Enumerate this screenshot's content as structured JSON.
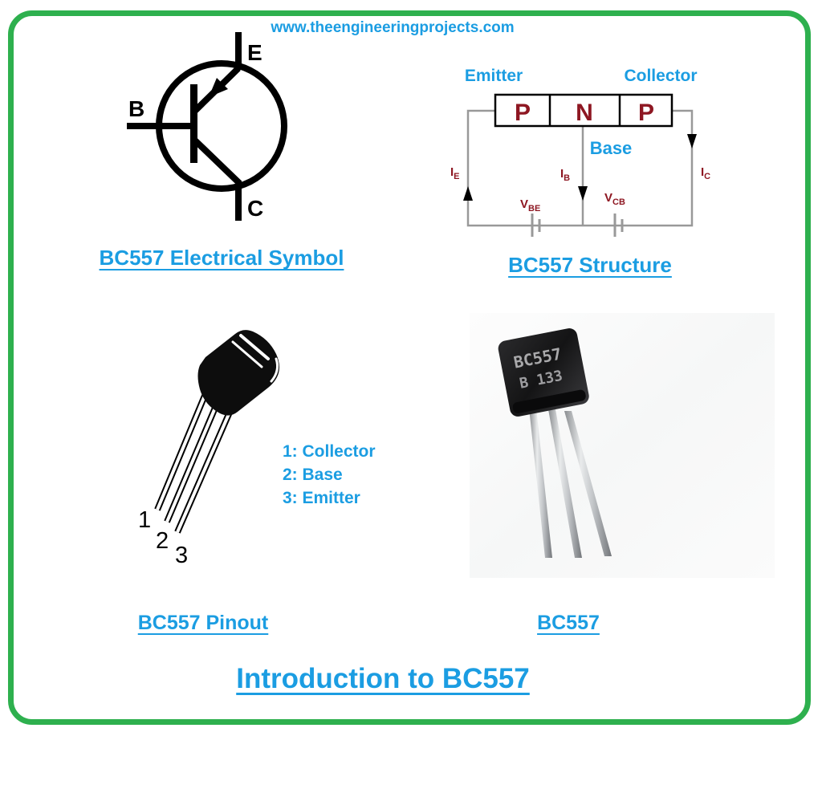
{
  "header": {
    "site_url": "www.theengineeringprojects.com"
  },
  "symbol_section": {
    "emitter_label": "E",
    "base_label": "B",
    "collector_label": "C",
    "caption": "BC557 Electrical Symbol"
  },
  "structure_section": {
    "emitter_label": "Emitter",
    "collector_label": "Collector",
    "base_label": "Base",
    "regions": [
      "P",
      "N",
      "P"
    ],
    "current_ie": {
      "m": "I",
      "s": "E"
    },
    "current_ib": {
      "m": "I",
      "s": "B"
    },
    "current_ic": {
      "m": "I",
      "s": "C"
    },
    "voltage_vbe": {
      "m": "V",
      "s": "BE"
    },
    "voltage_vcb": {
      "m": "V",
      "s": "CB"
    },
    "caption": "BC557 Structure"
  },
  "pinout_section": {
    "leg_numbers": [
      "1",
      "2",
      "3"
    ],
    "pin_labels": [
      "1: Collector",
      "2: Base",
      "3: Emitter"
    ],
    "caption": "BC557 Pinout"
  },
  "photo_section": {
    "marking_line1": "BC557",
    "marking_line2": "B 133",
    "caption": "BC557"
  },
  "title": "Introduction to BC557",
  "colors": {
    "accent_blue": "#1b9de2",
    "border_green": "#2eb04e",
    "label_dark_red": "#8e1722",
    "wire_gray": "#999999"
  }
}
